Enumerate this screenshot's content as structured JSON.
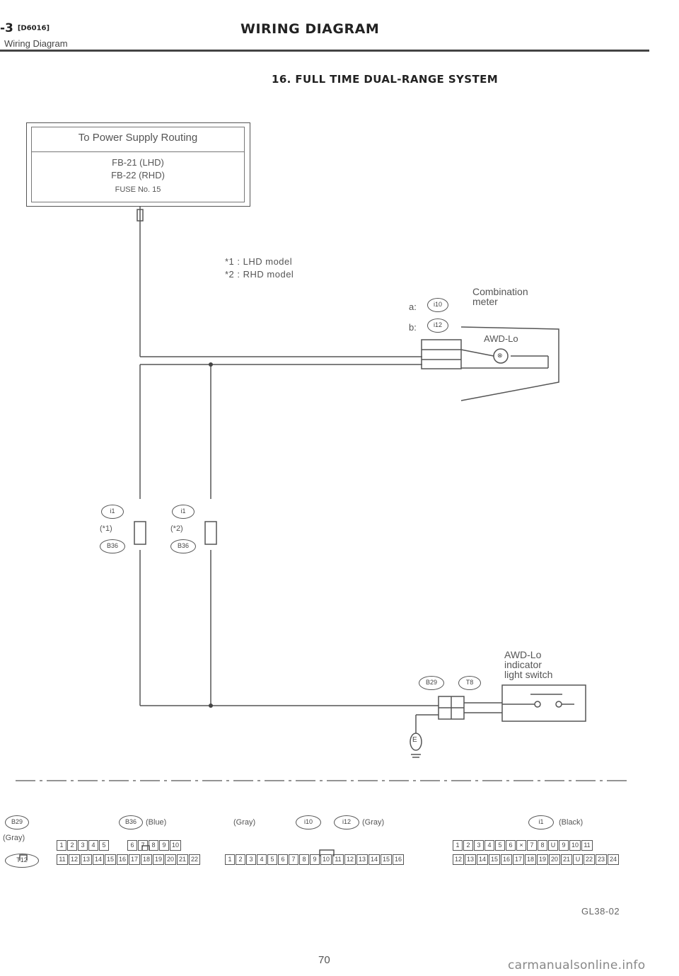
{
  "header": {
    "section_number": "-3",
    "doc_code": "[D6016]",
    "subtitle": "Wiring Diagram",
    "title": "WIRING DIAGRAM"
  },
  "system_title": "16. FULL TIME DUAL-RANGE SYSTEM",
  "power_box": {
    "heading": "To Power Supply Routing",
    "line1": "FB-21 (LHD)",
    "line2": "FB-22 (RHD)",
    "line3": "FUSE No. 15"
  },
  "notes": {
    "n1": "*1 : LHD model",
    "n2": "*2 : RHD model"
  },
  "meter": {
    "label_line1": "Combination",
    "label_line2": "meter",
    "conn_a_prefix": "a:",
    "conn_a_code": "i10",
    "conn_b_prefix": "b:",
    "conn_b_code": "i12",
    "lamp_label": "AWD-Lo"
  },
  "switch": {
    "label_line1": "AWD-Lo",
    "label_line2": "indicator",
    "label_line3": "light switch",
    "conn1": "B29",
    "conn2": "T8",
    "ground": "E"
  },
  "joints": {
    "left_code1": "i1",
    "left_tag": "(*1)",
    "left_code2": "B36",
    "right_code1": "i1",
    "right_tag": "(*2)",
    "right_code2": "B36"
  },
  "connectors": {
    "b29_code": "B29",
    "b29_color": "(Gray)",
    "t12_code": "T12",
    "b36_code": "B36",
    "b36_color": "(Blue)",
    "i10_color": "(Gray)",
    "i10_code": "i10",
    "i12_code": "i12",
    "i12_color": "(Gray)",
    "i1_code": "i1",
    "i1_color": "(Black)",
    "b36_top": [
      "1",
      "2",
      "3",
      "4",
      "5",
      "6",
      "7",
      "8",
      "9",
      "10"
    ],
    "b36_bottom": [
      "11",
      "12",
      "13",
      "14",
      "15",
      "16",
      "17",
      "18",
      "19",
      "20",
      "21",
      "22"
    ],
    "i10_pins": [
      "1",
      "2",
      "3",
      "4",
      "5",
      "6",
      "7",
      "8",
      "9",
      "10",
      "11",
      "12",
      "13",
      "14",
      "15",
      "16"
    ],
    "i1_top": [
      "1",
      "2",
      "3",
      "4",
      "5",
      "6",
      "×",
      "7",
      "8",
      "U",
      "9",
      "10",
      "11"
    ],
    "i1_bottom": [
      "12",
      "13",
      "14",
      "15",
      "16",
      "17",
      "18",
      "19",
      "20",
      "21",
      "U",
      "22",
      "23",
      "24"
    ]
  },
  "footer": {
    "ref": "GL38-02",
    "page": "70",
    "watermark": "carmanualsonline.info"
  }
}
